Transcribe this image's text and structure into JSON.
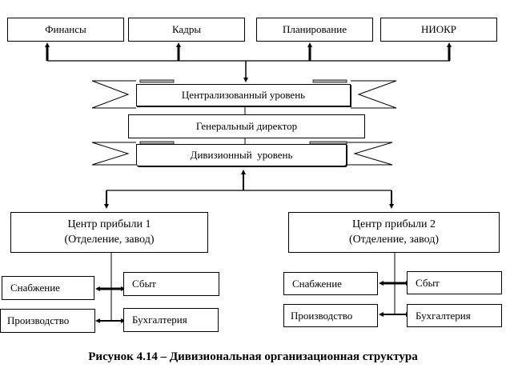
{
  "diagram": {
    "functions": [
      {
        "label": "Финансы"
      },
      {
        "label": "Кадры"
      },
      {
        "label": "Планирование"
      },
      {
        "label": "НИОКР"
      }
    ],
    "central_level": "Централизованный уровень",
    "general_director": "Генеральный директор",
    "divisional_level": "Дивизионный  уровень",
    "profit_centers": [
      {
        "title": "Центр прибыли 1",
        "subtitle": "(Отделение, завод)",
        "departments": [
          "Снабжение",
          "Сбыт",
          "Производство",
          "Бухгалтерия"
        ]
      },
      {
        "title": "Центр прибыли 2",
        "subtitle": "(Отделение, завод)",
        "departments": [
          "Снабжение",
          "Сбыт",
          "Производство",
          "Бухгалтерия"
        ]
      }
    ]
  },
  "caption": "Рисунок 4.14 – Дивизиональная организационная структура"
}
